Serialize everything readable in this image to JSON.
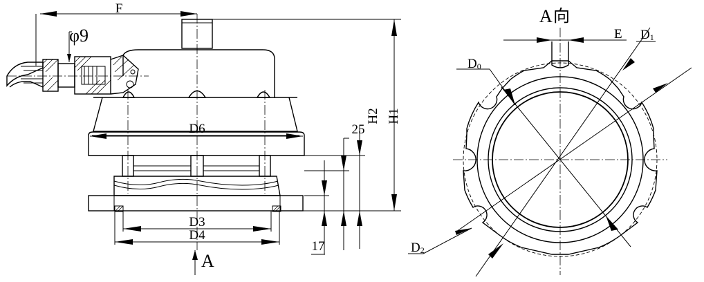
{
  "labels": {
    "F": "F",
    "phi9": "φ9",
    "D6": "D6",
    "D3": "D3",
    "D4": "D4",
    "A_arrow": "A",
    "H1": "H1",
    "H2": "H2",
    "dim25": "25",
    "dim17": "17",
    "view_A": "A",
    "view_dir": "向",
    "E": "E",
    "D0_main": "D",
    "D0_sub": "0",
    "D1_main": "D",
    "D1_sub": "1",
    "D2_main": "D",
    "D2_sub": "2"
  }
}
